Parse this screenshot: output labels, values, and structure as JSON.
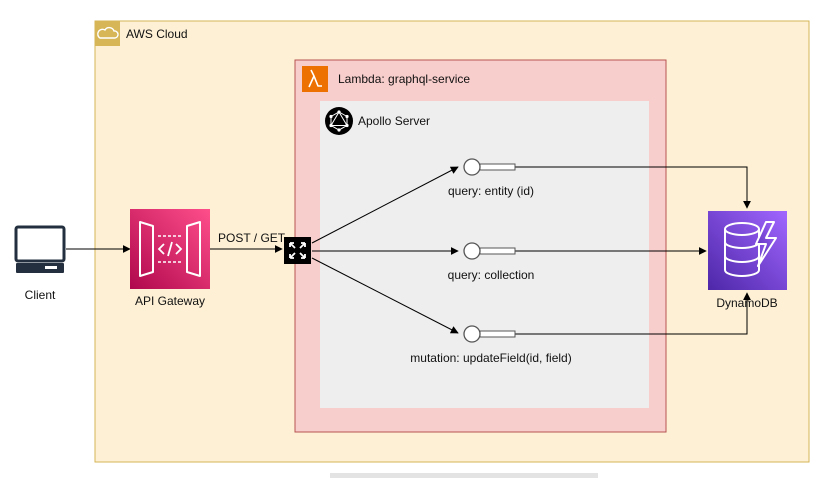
{
  "aws_cloud": {
    "label": "AWS Cloud",
    "icon": "cloud-icon"
  },
  "lambda": {
    "label": "Lambda: graphql-service",
    "icon": "lambda-icon"
  },
  "apollo": {
    "label": "Apollo Server",
    "icon": "graphql-icon"
  },
  "client": {
    "label": "Client",
    "icon": "monitor-icon"
  },
  "api_gateway": {
    "label": "API Gateway",
    "icon": "api-gateway-icon"
  },
  "edge_label": "POST / GET",
  "router": {
    "icon": "router-icon"
  },
  "resolvers": [
    {
      "label": "query: entity (id)"
    },
    {
      "label": "query: collection"
    },
    {
      "label": "mutation: updateField(id, field)"
    }
  ],
  "dynamodb": {
    "label": "DynamoDB",
    "icon": "dynamodb-icon"
  },
  "colors": {
    "aws_cloud_fill": "#fdf0d5",
    "aws_cloud_stroke": "#d6b656",
    "lambda_fill": "#f8cecc",
    "lambda_stroke": "#b85450",
    "apollo_fill": "#eeeeee",
    "lambda_orange": "#ed7100",
    "api_gateway_pink": "#e7157b",
    "dynamodb_purple": "#7b3fe4"
  }
}
